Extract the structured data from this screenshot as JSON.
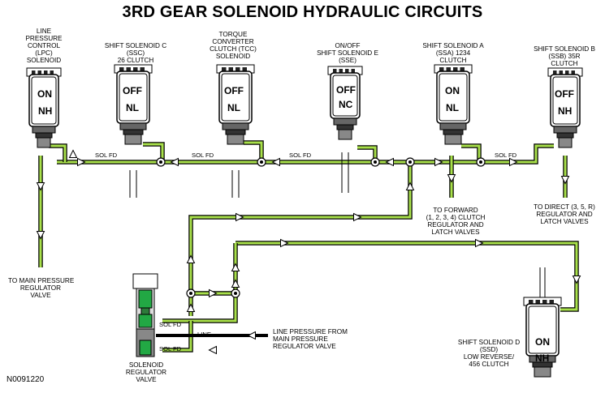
{
  "title": "3RD GEAR SOLENOID HYDRAULIC CIRCUITS",
  "doc_id": "N0091220",
  "colors": {
    "fluid": "#a8e04a",
    "line_black": "#000000",
    "valve_green": "#22a844"
  },
  "solenoids": [
    {
      "id": "lpc",
      "label": [
        "LINE",
        "PRESSURE",
        "CONTROL",
        "(LPC)",
        "SOLENOID"
      ],
      "state": "ON",
      "type": "NH"
    },
    {
      "id": "ssc",
      "label": [
        "SHIFT SOLENOID C",
        "(SSC)",
        "26 CLUTCH"
      ],
      "state": "OFF",
      "type": "NL"
    },
    {
      "id": "tcc",
      "label": [
        "TORQUE",
        "CONVERTER",
        "CLUTCH (TCC)",
        "SOLENOID"
      ],
      "state": "OFF",
      "type": "NL"
    },
    {
      "id": "sse",
      "label": [
        "ON/OFF",
        "SHIFT SOLENOID E",
        "(SSE)"
      ],
      "state": "OFF",
      "type": "NC"
    },
    {
      "id": "ssa",
      "label": [
        "SHIFT SOLENOID A",
        "(SSA) 1234",
        "CLUTCH"
      ],
      "state": "ON",
      "type": "NL"
    },
    {
      "id": "ssb",
      "label": [
        "SHIFT SOLENOID B",
        "(SSB) 35R",
        "CLUTCH"
      ],
      "state": "OFF",
      "type": "NH"
    },
    {
      "id": "ssd",
      "label": [
        "SHIFT SOLENOID D",
        "(SSD)",
        "LOW REVERSE/",
        "456 CLUTCH"
      ],
      "state": "ON",
      "type": "NH"
    }
  ],
  "line_labels": {
    "sol_fd": "SOL FD",
    "line": "LINE"
  },
  "destinations": {
    "main_pressure": [
      "TO MAIN PRESSURE",
      "REGULATOR",
      "VALVE"
    ],
    "forward": [
      "TO FORWARD",
      "(1, 2, 3, 4) CLUTCH",
      "REGULATOR AND",
      "LATCH VALVES"
    ],
    "direct": [
      "TO DIRECT (3, 5, R)",
      "REGULATOR AND",
      "LATCH VALVES"
    ],
    "line_source": [
      "LINE PRESSURE FROM",
      "MAIN PRESSURE",
      "REGULATOR VALVE"
    ],
    "regulator": [
      "SOLENOID",
      "REGULATOR",
      "VALVE"
    ]
  }
}
